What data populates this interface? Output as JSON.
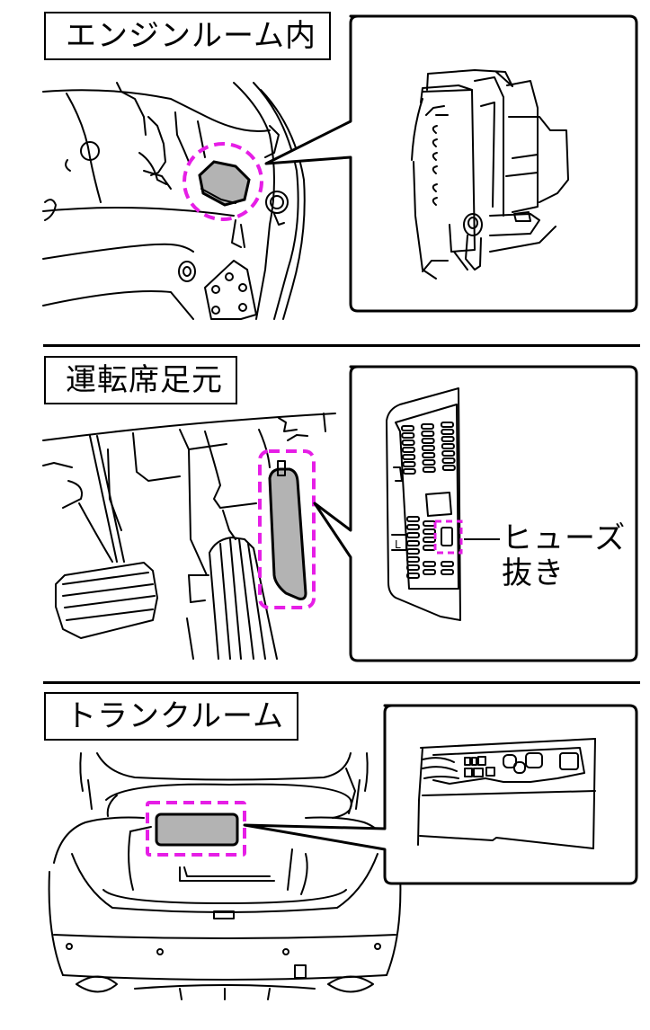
{
  "sections": [
    {
      "title": "エンジンルーム内",
      "illustration": "engine-compartment-fuse-box",
      "detail": "engine-fuse-relay-block"
    },
    {
      "title": "運転席足元",
      "illustration": "driver-footwell-fuse-panel",
      "detail": "footwell-fuse-block",
      "callout_label": "ヒューズ\n抜き",
      "callout_label_line1": "ヒューズ",
      "callout_label_line2": "抜き"
    },
    {
      "title": "トランクルーム",
      "illustration": "trunk-fuse-box",
      "detail": "trunk-fuse-block"
    }
  ],
  "colors": {
    "highlight": "#e61ee6",
    "cover_fill": "#b3b3b3",
    "line": "#000000"
  }
}
